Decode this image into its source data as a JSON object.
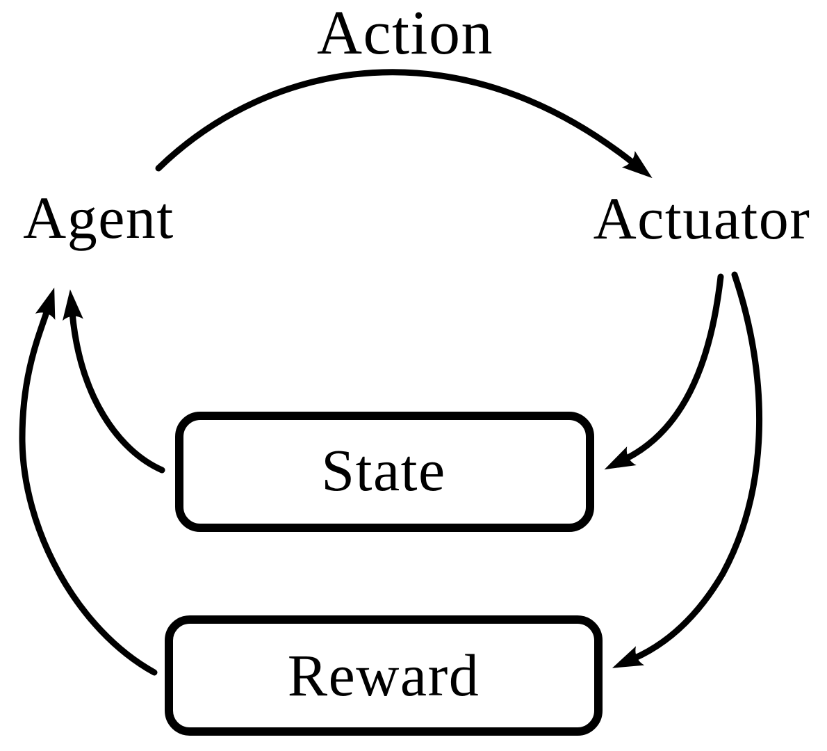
{
  "colors": {
    "line": "#000000",
    "text": "#000000",
    "box_fill": "#ffffff",
    "background": "#ffffff"
  },
  "diagram": {
    "type": "flow-cycle",
    "nodes": {
      "agent": {
        "label": "Agent",
        "shape": "text-only"
      },
      "actuator": {
        "label": "Actuator",
        "shape": "text-only"
      },
      "state": {
        "label": "State",
        "shape": "rounded-rect"
      },
      "reward": {
        "label": "Reward",
        "shape": "rounded-rect"
      }
    },
    "edges": [
      {
        "id": "agent-to-actuator",
        "from": "Agent",
        "to": "Actuator",
        "label": "Action"
      },
      {
        "id": "actuator-to-state",
        "from": "Actuator",
        "to": "State",
        "label": ""
      },
      {
        "id": "actuator-to-reward",
        "from": "Actuator",
        "to": "Reward",
        "label": ""
      },
      {
        "id": "state-to-agent",
        "from": "State",
        "to": "Agent",
        "label": ""
      },
      {
        "id": "reward-to-agent",
        "from": "Reward",
        "to": "Agent",
        "label": ""
      }
    ]
  }
}
